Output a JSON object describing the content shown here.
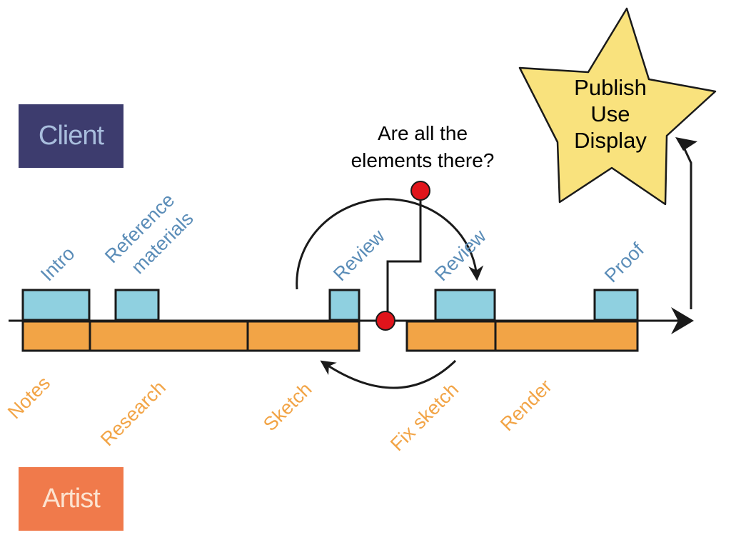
{
  "colors": {
    "client_bg": "#3D3C6E",
    "client_text": "#A9BEDD",
    "artist_bg": "#F07A4B",
    "artist_text": "#FCE3D0",
    "client_task_fill": "#8FD0E0",
    "artist_task_fill": "#F2A446",
    "client_label": "#5B8DB8",
    "artist_label": "#F2A446",
    "star_fill": "#F9E27D",
    "checkpoint": "#E0141B",
    "line": "#1A1A1A"
  },
  "roles": {
    "client": "Client",
    "artist": "Artist"
  },
  "client_tasks": {
    "intro": "Intro",
    "reference": [
      "Reference",
      "materials"
    ],
    "review_1": "Review",
    "review_2": "Review",
    "proof": "Proof"
  },
  "artist_tasks": {
    "notes": "Notes",
    "research": "Research",
    "sketch": "Sketch",
    "fix_sketch": "Fix sketch",
    "render": "Render"
  },
  "question": [
    "Are all the",
    "elements there?"
  ],
  "star": [
    "Publish",
    "Use",
    "Display"
  ],
  "icons": {
    "timeline_arrow": "arrow-right-icon",
    "publish_arrow": "arrow-up-icon",
    "checkpoint": "circle-marker-icon"
  }
}
